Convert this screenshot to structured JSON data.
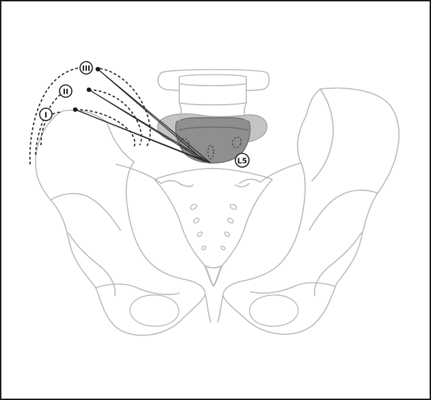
{
  "labels": {
    "level_3": "III",
    "level_2": "II",
    "level_1": "I",
    "vertebra": "L5"
  },
  "colors": {
    "bone_outline": "#b8b8b8",
    "highlight_dark": "#8f8f8f",
    "highlight_light": "#c4c4c4",
    "line": "#2a2a2a",
    "frame": "#1a1a1a"
  }
}
